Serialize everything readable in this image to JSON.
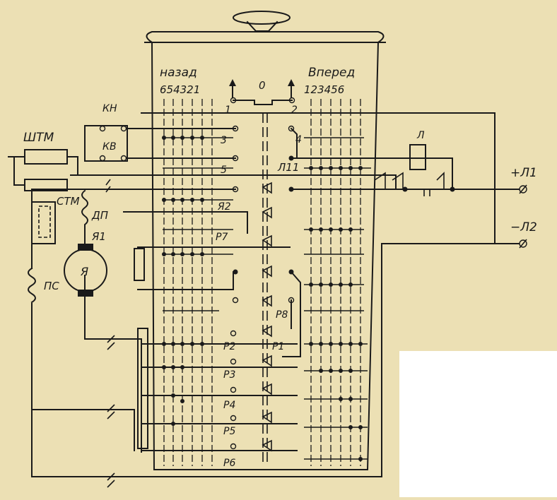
{
  "labels": {
    "nazad": "назад",
    "vpered": "Вперед",
    "rev_positions": "654321",
    "fwd_positions": "123456",
    "zero": "0",
    "sw1": "1",
    "sw2": "2",
    "sw3": "3",
    "sw4": "4",
    "sw5": "5",
    "kn": "КН",
    "kv": "КВ",
    "shtm": "ШТМ",
    "stm": "СТМ",
    "dp": "ДП",
    "ya1": "Я1",
    "ya": "Я",
    "ps": "ПС",
    "l": "Л",
    "l11": "Л11",
    "plus_l1": "+Л1",
    "minus_l2": "−Л2",
    "ya2": "Я2",
    "r7": "Р7",
    "r8": "Р8",
    "p1": "Р1",
    "p2": "Р2",
    "p3": "Р3",
    "p4": "Р4",
    "p5": "Р5",
    "p6": "Р6"
  },
  "colors": {
    "paper": "#ece0b4",
    "ink": "#1a1a1a",
    "blank": "#ffffff"
  }
}
